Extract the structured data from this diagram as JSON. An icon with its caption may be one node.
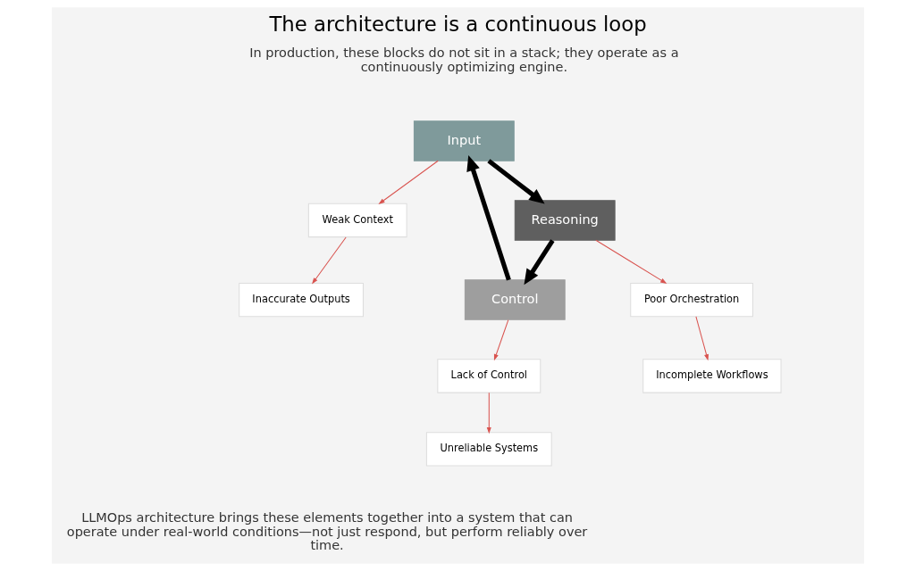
{
  "diagram": {
    "title": "The architecture is a continuous loop",
    "nodes": [
      {
        "text": [
          "Input"
        ]
      },
      {
        "text": [
          "Weak Context"
        ]
      },
      {
        "text": [
          "Inaccurate Outputs"
        ]
      },
      {
        "text": [
          "Control"
        ]
      },
      {
        "text": [
          "Lack of Control"
        ]
      },
      {
        "text": [
          "Unreliable Systems"
        ]
      },
      {
        "text": [
          "Reasoning"
        ]
      },
      {
        "text": [
          "Poor Orchestration"
        ]
      },
      {
        "text": [
          "Incomplete Workflows"
        ]
      }
    ],
    "edges": [
      {
        "from": 0,
        "to": 6,
        "arrow": "to",
        "style": "thick",
        "color": "#000000"
      },
      {
        "from": 6,
        "to": 3,
        "arrow": "to",
        "style": "thick",
        "color": "#000000"
      },
      {
        "from": 3,
        "to": 0,
        "arrow": "to",
        "style": "thick",
        "color": "#000000"
      },
      {
        "from": 0,
        "to": 1,
        "arrow": "to"
      },
      {
        "from": 1,
        "to": 2,
        "arrow": "to"
      },
      {
        "from": 3,
        "to": 4,
        "arrow": "to"
      },
      {
        "from": 4,
        "to": 5,
        "arrow": "to"
      },
      {
        "from": 6,
        "to": 7,
        "arrow": "to"
      },
      {
        "from": 7,
        "to": 8,
        "arrow": "to"
      }
    ],
    "labels": [
      "In production, these blocks do not sit in a stack; they operate as a continuously optimizing engine.",
      "LLMOps architecture brings these elements together into a system that can operate under real-world conditions—not just respond, but perform reliably over time."
    ]
  }
}
